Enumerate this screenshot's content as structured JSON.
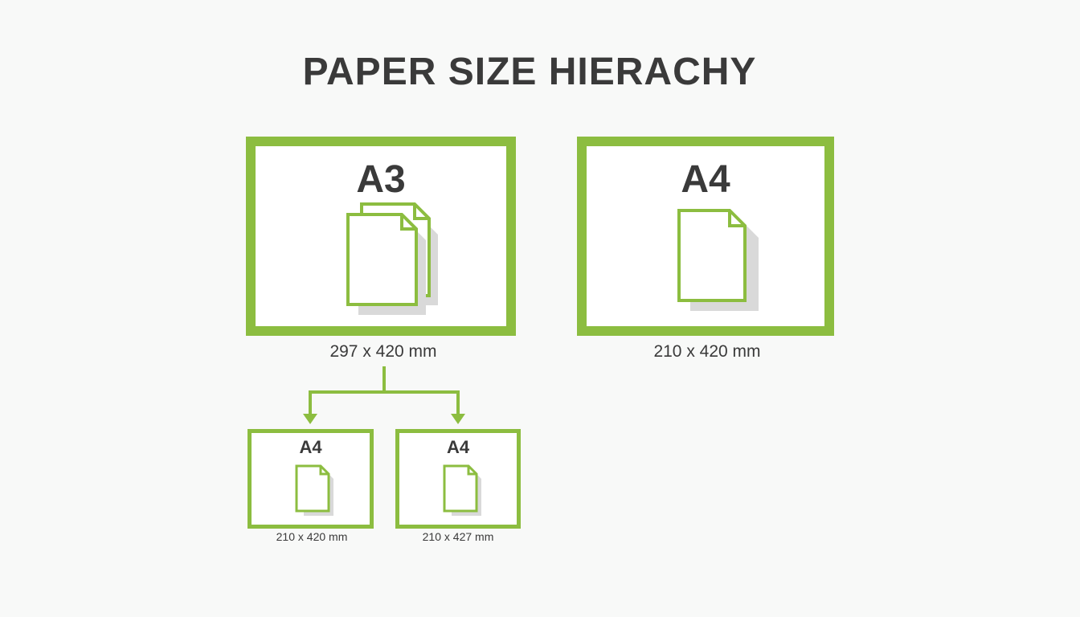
{
  "title": "PAPER SIZE HIERACHY",
  "colors": {
    "accent": "#8cbd40",
    "text": "#3a3a3a",
    "shadow": "#d9d9d9",
    "background": "#f8f9f8"
  },
  "boxes": {
    "a3": {
      "label": "A3",
      "dimensions": "297 x 420 mm",
      "icon": "stacked-documents-icon"
    },
    "a4_right": {
      "label": "A4",
      "dimensions": "210 x 420 mm",
      "icon": "document-icon"
    },
    "a4_child_left": {
      "label": "A4",
      "dimensions": "210 x 420 mm",
      "icon": "document-icon"
    },
    "a4_child_right": {
      "label": "A4",
      "dimensions": "210 x 427 mm",
      "icon": "document-icon"
    }
  }
}
